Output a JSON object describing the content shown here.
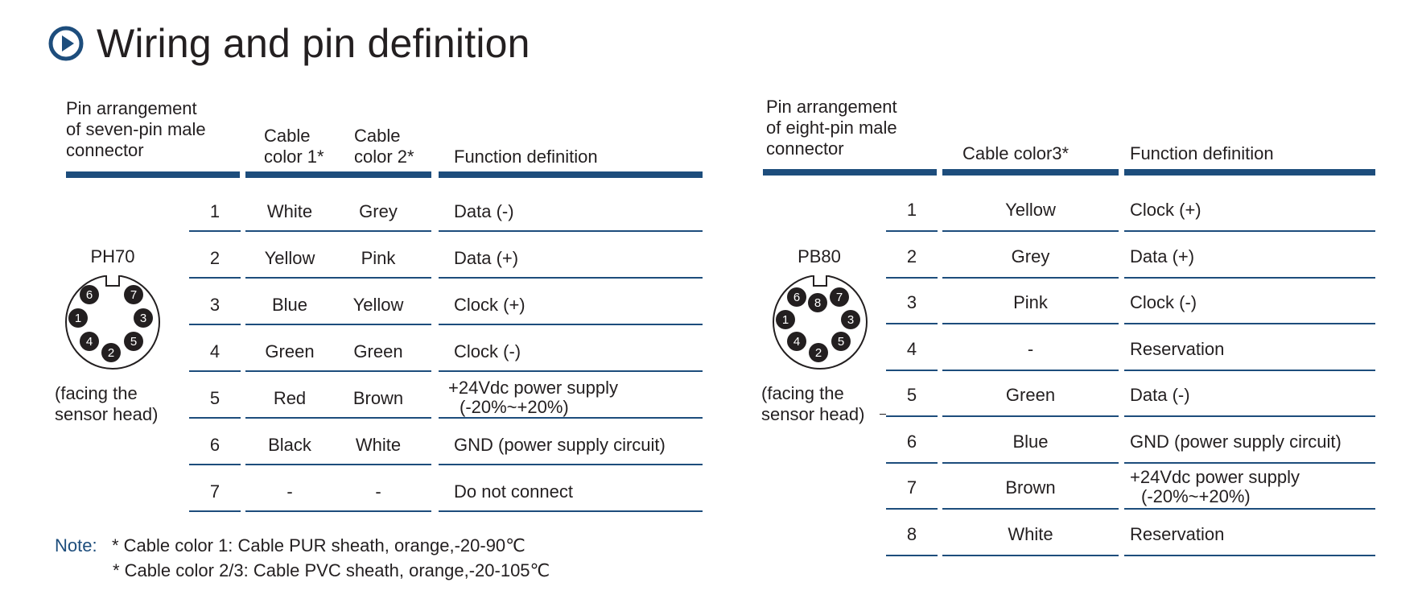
{
  "title": "Wiring and pin definition",
  "icon": "play-circle-icon",
  "accent_color": "#1d4d7c",
  "left_table": {
    "header_arrangement": [
      "Pin arrangement",
      "of seven-pin male",
      "connector"
    ],
    "header_color1": [
      "Cable",
      "color 1*"
    ],
    "header_color2": [
      "Cable",
      "color 2*"
    ],
    "header_function": "Function definition",
    "connector_name": "PH70",
    "facing": [
      "(facing the",
      "sensor head)"
    ],
    "rows": [
      {
        "pin": "1",
        "c1": "White",
        "c2": "Grey",
        "func": [
          "Data (-)"
        ]
      },
      {
        "pin": "2",
        "c1": "Yellow",
        "c2": "Pink",
        "func": [
          "Data (+)"
        ]
      },
      {
        "pin": "3",
        "c1": "Blue",
        "c2": "Yellow",
        "func": [
          "Clock (+)"
        ]
      },
      {
        "pin": "4",
        "c1": "Green",
        "c2": "Green",
        "func": [
          "Clock (-)"
        ]
      },
      {
        "pin": "5",
        "c1": "Red",
        "c2": "Brown",
        "func": [
          "+24Vdc power supply",
          "(-20%~+20%)"
        ]
      },
      {
        "pin": "6",
        "c1": "Black",
        "c2": "White",
        "func": [
          "GND (power supply circuit)"
        ]
      },
      {
        "pin": "7",
        "c1": "-",
        "c2": "-",
        "func": [
          "Do not connect"
        ]
      }
    ]
  },
  "right_table": {
    "header_arrangement": [
      "Pin arrangement",
      "of eight-pin male",
      "connector"
    ],
    "header_color3": "Cable color3*",
    "header_function": "Function definition",
    "connector_name": "PB80",
    "facing": [
      "(facing the",
      "sensor head)"
    ],
    "rows": [
      {
        "pin": "1",
        "c3": "Yellow",
        "func": [
          "Clock (+)"
        ]
      },
      {
        "pin": "2",
        "c3": "Grey",
        "func": [
          "Data (+)"
        ]
      },
      {
        "pin": "3",
        "c3": "Pink",
        "func": [
          "Clock (-)"
        ]
      },
      {
        "pin": "4",
        "c3": "-",
        "func": [
          "Reservation"
        ]
      },
      {
        "pin": "5",
        "c3": "Green",
        "func": [
          "Data (-)"
        ]
      },
      {
        "pin": "6",
        "c3": "Blue",
        "func": [
          "GND (power supply circuit)"
        ]
      },
      {
        "pin": "7",
        "c3": "Brown",
        "func": [
          "+24Vdc power supply",
          "(-20%~+20%)"
        ]
      },
      {
        "pin": "8",
        "c3": "White",
        "func": [
          "Reservation"
        ]
      }
    ]
  },
  "note": {
    "label": "Note:",
    "lines": [
      "* Cable color 1: Cable PUR sheath, orange,-20-90℃",
      "* Cable color 2/3: Cable PVC sheath, orange,-20-105℃"
    ]
  }
}
